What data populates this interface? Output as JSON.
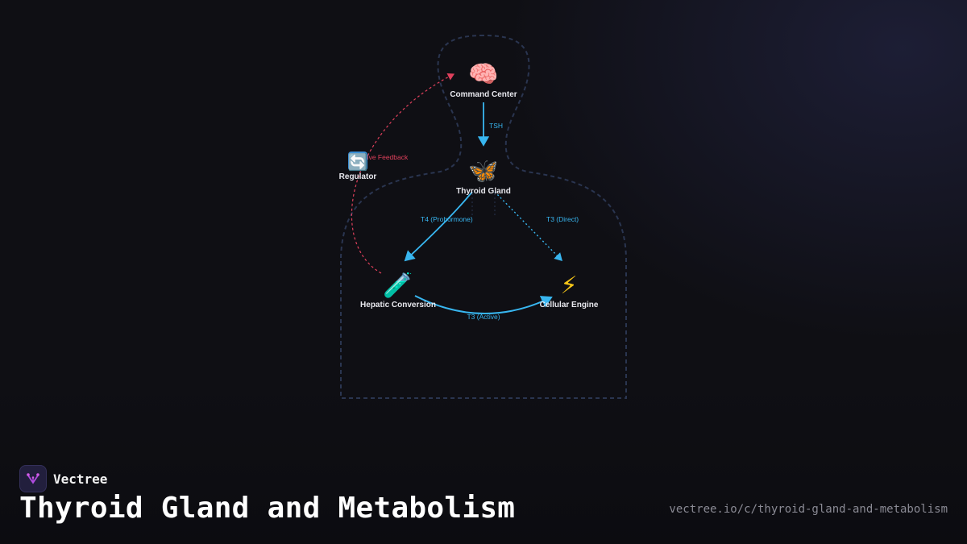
{
  "diagram": {
    "nodes": {
      "command_center": {
        "icon": "🧠",
        "icon_name": "brain-icon",
        "label": "Command Center"
      },
      "thyroid_gland": {
        "icon": "🦋",
        "icon_name": "butterfly-icon",
        "label": "Thyroid Gland"
      },
      "hepatic_conversion": {
        "icon": "🧪",
        "icon_name": "test-tube-icon",
        "label": "Hepatic Conversion"
      },
      "cellular_engine": {
        "icon": "⚡",
        "icon_name": "lightning-icon",
        "label": "Cellular Engine"
      },
      "regulator": {
        "icon": "🔄",
        "icon_name": "cycle-arrows-icon",
        "label": "Regulator"
      }
    },
    "edges": {
      "tsh": "TSH",
      "t4": "T4 (Prohormone)",
      "t3_direct": "T3 (Direct)",
      "t3_active": "T3 (Active)",
      "feedback": "Negative Feedback"
    },
    "colors": {
      "flow": "#38b6f0",
      "feedback": "#e0405c",
      "silhouette": "#2a3550"
    }
  },
  "footer": {
    "brand_name": "Vectree",
    "title": "Thyroid Gland and Metabolism",
    "url": "vectree.io/c/thyroid-gland-and-metabolism"
  }
}
